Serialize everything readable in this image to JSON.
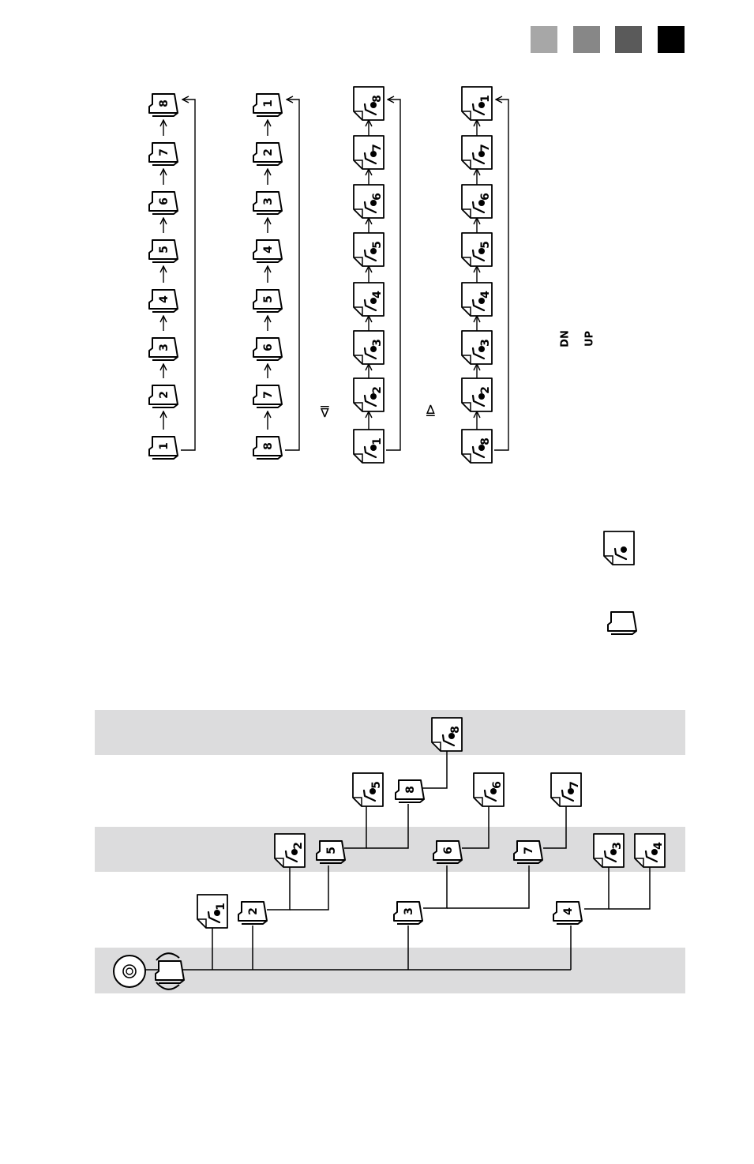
{
  "corner_squares": [
    {
      "name": "gray-light-square",
      "color": "#a7a7a7"
    },
    {
      "name": "gray-mid-square",
      "color": "#878787"
    },
    {
      "name": "gray-dark-square",
      "color": "#5a5a5a"
    },
    {
      "name": "black-square",
      "color": "#000000"
    }
  ],
  "rows": [
    {
      "name": "folder-order-up",
      "kind": "folder",
      "labels": [
        "1",
        "2",
        "3",
        "4",
        "5",
        "6",
        "7",
        "8"
      ]
    },
    {
      "name": "folder-order-down",
      "kind": "folder",
      "labels": [
        "8",
        "7",
        "6",
        "5",
        "4",
        "3",
        "2",
        "1"
      ]
    },
    {
      "name": "file-order-forward",
      "kind": "file",
      "labels": [
        "1",
        "2",
        "3",
        "4",
        "5",
        "6",
        "7",
        "8"
      ]
    },
    {
      "name": "file-order-reverse",
      "kind": "file",
      "labels": [
        "8",
        "2",
        "3",
        "4",
        "5",
        "6",
        "7",
        "1"
      ]
    }
  ],
  "skip_back_glyph": "⧏",
  "skip_fwd_glyph": "⧐",
  "dn_label": "DN",
  "up_label": "UP",
  "tree": {
    "band_color": "#dcdcdd",
    "level3": [
      {
        "kind": "file",
        "label": "8"
      }
    ],
    "level2": [
      {
        "kind": "file",
        "label": "5"
      },
      {
        "kind": "folder",
        "label": "8"
      },
      {
        "kind": "file",
        "label": "6"
      },
      {
        "kind": "file",
        "label": "7"
      }
    ],
    "level1": [
      {
        "kind": "file",
        "label": "2"
      },
      {
        "kind": "folder",
        "label": "5"
      },
      {
        "kind": "folder",
        "label": "6"
      },
      {
        "kind": "folder",
        "label": "7"
      },
      {
        "kind": "file",
        "label": "3"
      },
      {
        "kind": "file",
        "label": "4"
      }
    ],
    "level0": [
      {
        "kind": "file",
        "label": "1"
      },
      {
        "kind": "folder",
        "label": "2"
      },
      {
        "kind": "folder",
        "label": "3"
      },
      {
        "kind": "folder",
        "label": "4"
      }
    ]
  }
}
